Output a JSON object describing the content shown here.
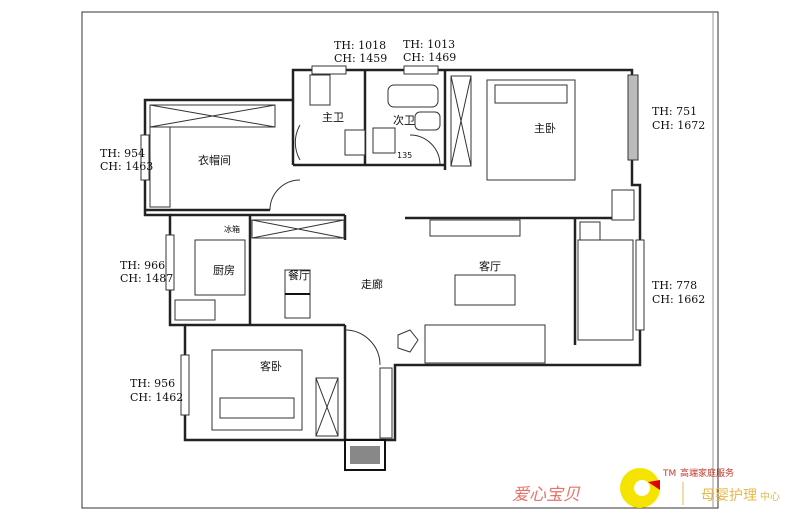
{
  "rooms": {
    "master_bath": "主卫",
    "second_bath": "次卫",
    "master_bedroom": "主卧",
    "cloakroom": "衣帽间",
    "fridge": "冰箱",
    "kitchen": "厨房",
    "dining": "餐厅",
    "corridor": "走廊",
    "living": "客厅",
    "guest_bedroom": "客卧",
    "door_note": "135"
  },
  "measurements": [
    {
      "th": "TH: 1018",
      "ch": "CH: 1459"
    },
    {
      "th": "TH: 1013",
      "ch": "CH: 1469"
    },
    {
      "th": "TH: 954",
      "ch": "CH: 1463"
    },
    {
      "th": "TH: 751",
      "ch": "CH: 1672"
    },
    {
      "th": "TH: 966",
      "ch": "CH: 1487"
    },
    {
      "th": "TH: 778",
      "ch": "CH: 1662"
    },
    {
      "th": "TH: 956",
      "ch": "CH: 1462"
    }
  ],
  "logo": {
    "brand": "爱心宝贝",
    "tm": "TM",
    "tagline": "高端家庭服务",
    "service": "母婴护理",
    "service_suffix": "中心",
    "colors": {
      "brand": "#e8736a",
      "sun": "#f5e400",
      "accent": "#e00000",
      "service": "#e8b84a"
    }
  }
}
